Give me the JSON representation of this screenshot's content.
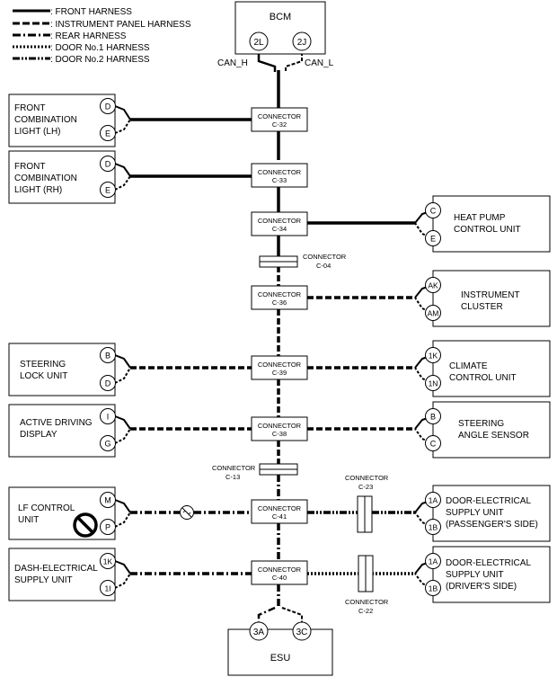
{
  "legend": {
    "items": [
      {
        "style": "solid",
        "label": ": FRONT HARNESS"
      },
      {
        "style": "dash",
        "label": ": INSTRUMENT PANEL HARNESS"
      },
      {
        "style": "dashdot",
        "label": ": REAR HARNESS"
      },
      {
        "style": "dot",
        "label": ": DOOR No.1 HARNESS"
      },
      {
        "style": "dashdotdot",
        "label": ": DOOR No.2 HARNESS"
      }
    ]
  },
  "bcm": {
    "title": "BCM",
    "pin_h": "2L",
    "pin_l": "2J",
    "can_h": "CAN_H",
    "can_l": "CAN_L"
  },
  "esu": {
    "title": "ESU",
    "pin_a": "3A",
    "pin_b": "3C"
  },
  "connectors": {
    "c32": {
      "word": "CONNECTOR",
      "code": "C-32"
    },
    "c33": {
      "word": "CONNECTOR",
      "code": "C-33"
    },
    "c34": {
      "word": "CONNECTOR",
      "code": "C-34"
    },
    "c04": {
      "word": "CONNECTOR",
      "code": "C-04"
    },
    "c36": {
      "word": "CONNECTOR",
      "code": "C-36"
    },
    "c39": {
      "word": "CONNECTOR",
      "code": "C-39"
    },
    "c38": {
      "word": "CONNECTOR",
      "code": "C-38"
    },
    "c13": {
      "word": "CONNECTOR",
      "code": "C-13"
    },
    "c41": {
      "word": "CONNECTOR",
      "code": "C-41"
    },
    "c40": {
      "word": "CONNECTOR",
      "code": "C-40"
    },
    "c23": {
      "word": "CONNECTOR",
      "code": "C-23"
    },
    "c22": {
      "word": "CONNECTOR",
      "code": "C-22"
    }
  },
  "modules": {
    "front_comb_lh": {
      "lines": [
        "FRONT",
        "COMBINATION",
        "LIGHT (LH)"
      ],
      "pins": [
        "D",
        "E"
      ]
    },
    "front_comb_rh": {
      "lines": [
        "FRONT",
        "COMBINATION",
        "LIGHT (RH)"
      ],
      "pins": [
        "D",
        "E"
      ]
    },
    "heat_pump": {
      "lines": [
        "HEAT PUMP",
        "CONTROL UNIT"
      ],
      "pins": [
        "C",
        "E"
      ]
    },
    "instrument_cluster": {
      "lines": [
        "INSTRUMENT",
        "CLUSTER"
      ],
      "pins": [
        "AK",
        "AM"
      ]
    },
    "steering_lock": {
      "lines": [
        "STEERING",
        "LOCK UNIT"
      ],
      "pins": [
        "B",
        "D"
      ]
    },
    "climate_control": {
      "lines": [
        "CLIMATE",
        "CONTROL UNIT"
      ],
      "pins": [
        "1K",
        "1N"
      ]
    },
    "active_driving": {
      "lines": [
        "ACTIVE DRIVING",
        "DISPLAY"
      ],
      "pins": [
        "I",
        "G"
      ]
    },
    "steering_angle": {
      "lines": [
        "STEERING",
        "ANGLE SENSOR"
      ],
      "pins": [
        "B",
        "C"
      ]
    },
    "lf_control": {
      "lines": [
        "LF CONTROL",
        "UNIT"
      ],
      "pins": [
        "M",
        "P"
      ]
    },
    "door_passenger": {
      "lines": [
        "DOOR-ELECTRICAL",
        "SUPPLY UNIT",
        "(PASSENGER'S SIDE)"
      ],
      "pins": [
        "1A",
        "1B"
      ]
    },
    "dash_electrical": {
      "lines": [
        "DASH-ELECTRICAL",
        "SUPPLY UNIT"
      ],
      "pins": [
        "1K",
        "1I"
      ]
    },
    "door_driver": {
      "lines": [
        "DOOR-ELECTRICAL",
        "SUPPLY UNIT",
        "(DRIVER'S SIDE)"
      ],
      "pins": [
        "1A",
        "1B"
      ]
    }
  }
}
